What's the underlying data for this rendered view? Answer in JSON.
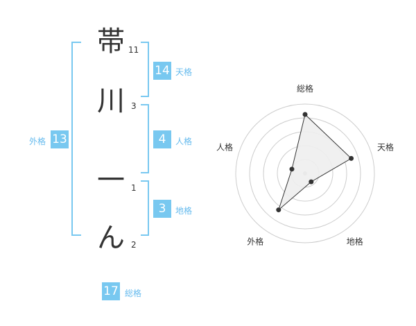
{
  "name_chars": [
    {
      "char": "帯",
      "strokes": "11"
    },
    {
      "char": "川",
      "strokes": "3"
    },
    {
      "char": "一",
      "strokes": "1"
    },
    {
      "char": "ん",
      "strokes": "2"
    }
  ],
  "fortune": {
    "tenkaku": {
      "value": "14",
      "label": "天格"
    },
    "jinkaku": {
      "value": "4",
      "label": "人格"
    },
    "chikaku": {
      "value": "3",
      "label": "地格"
    },
    "gaikaku": {
      "value": "13",
      "label": "外格"
    },
    "soukaku": {
      "value": "17",
      "label": "総格"
    }
  },
  "chart_data": {
    "type": "radar",
    "axes": [
      "総格",
      "天格",
      "地格",
      "外格",
      "人格"
    ],
    "values": [
      17,
      14,
      3,
      13,
      4
    ],
    "rmax": 20,
    "rings": 5,
    "fill_color": "#eeeeee",
    "line_color": "#333333"
  },
  "colors": {
    "accent": "#78c8f0"
  }
}
